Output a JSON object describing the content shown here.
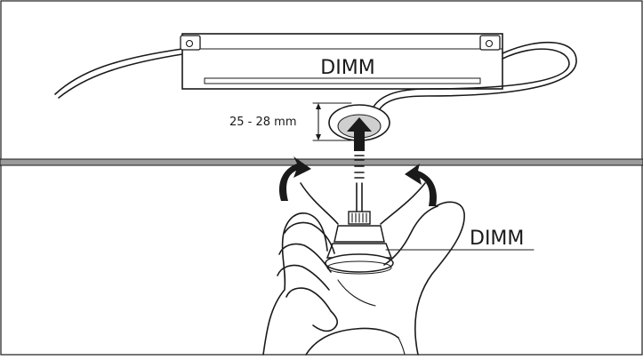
{
  "driver_label": "DIMM",
  "fixture_label": "DIMM",
  "cutout_depth": "25 - 28 mm",
  "colors": {
    "line": "#1a1a1a",
    "ceiling": "#9a9a9a",
    "background": "#ffffff"
  }
}
